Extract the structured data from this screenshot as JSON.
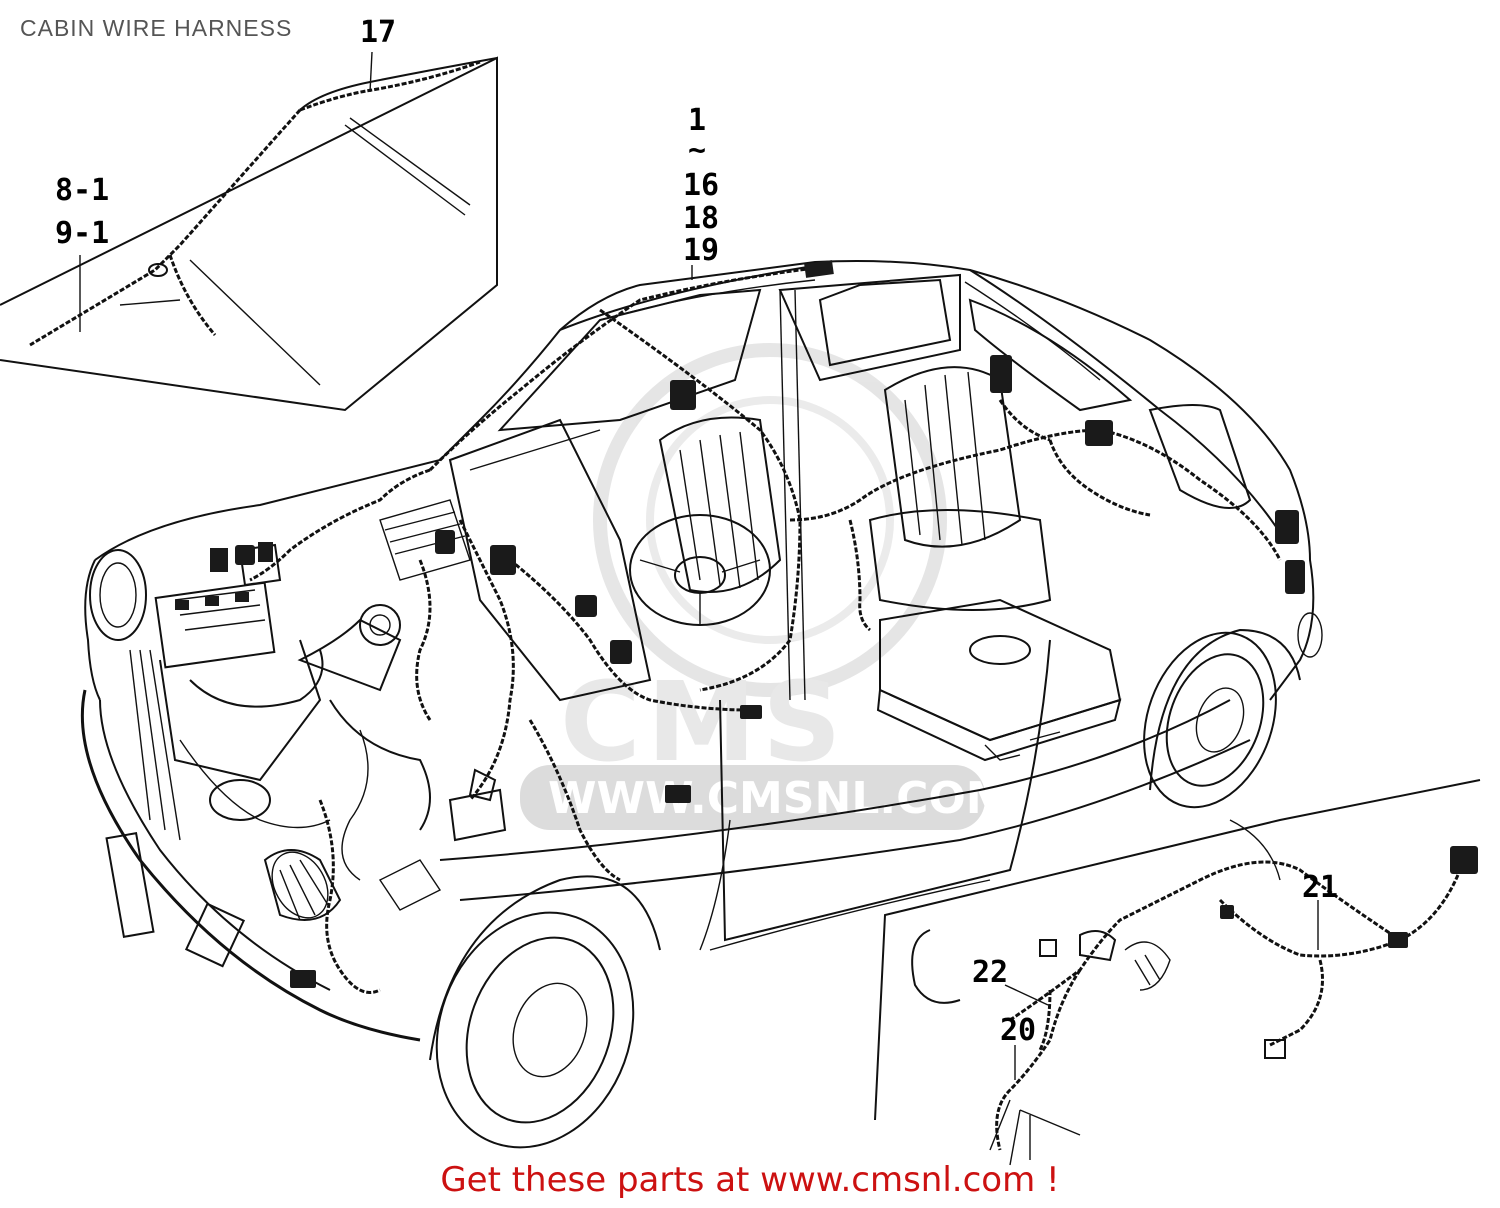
{
  "title": "CABIN WIRE HARNESS",
  "promo": "Get these parts at www.cmsnl.com !",
  "watermark": {
    "logo_text": "CMS",
    "url": "WWW.CMSNL.COM"
  },
  "callouts": {
    "c17": "17",
    "c8_1": "8-1",
    "c9_1": "9-1",
    "c1": "1",
    "c_tilde": "~",
    "c16": "16",
    "c18": "18",
    "c19": "19",
    "c21": "21",
    "c22": "22",
    "c20": "20"
  },
  "colors": {
    "promo_text": "#cc1111",
    "title_text": "#555555",
    "line_art": "#111111",
    "watermark": "#e6e6e6"
  }
}
